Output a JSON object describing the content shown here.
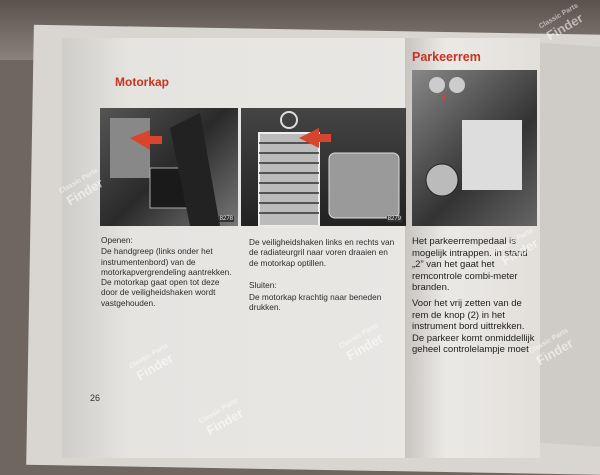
{
  "left_page": {
    "heading": "Motorkap",
    "figures": [
      {
        "code": "8278"
      },
      {
        "code": "8279"
      }
    ],
    "col1": {
      "subheading": "Openen:",
      "text": "De handgreep (links onder het instrumentenbord) van de motorkapvergrendeling aantrekken. De motorkap gaat open tot deze door de veiligheidshaken wordt vastgehouden."
    },
    "col2": {
      "text": "De veiligheidshaken links en rechts van de radiateurgril naar voren draaien en de motorkap optillen.",
      "subheading": "Sluiten:",
      "text2": "De motorkap krachtig naar beneden drukken."
    },
    "page_number": "26"
  },
  "right_page": {
    "heading": "Parkeerrem",
    "figure_label": "2",
    "para1": "Het parkeerrempedaal is mogelijk intrappen. in stand „2” van het gaat het remcontrole combi-meter branden.",
    "para2": "Voor het vrij zetten van de rem de knop (2) in het instrument bord uittrekken. De parkeer komt onmiddellijk geheel controlelampje moet dan"
  },
  "watermark": {
    "line1": "Classic Parts",
    "line2": "Finder"
  },
  "colors": {
    "heading": "#c8321e",
    "arrow": "#d9442e"
  }
}
